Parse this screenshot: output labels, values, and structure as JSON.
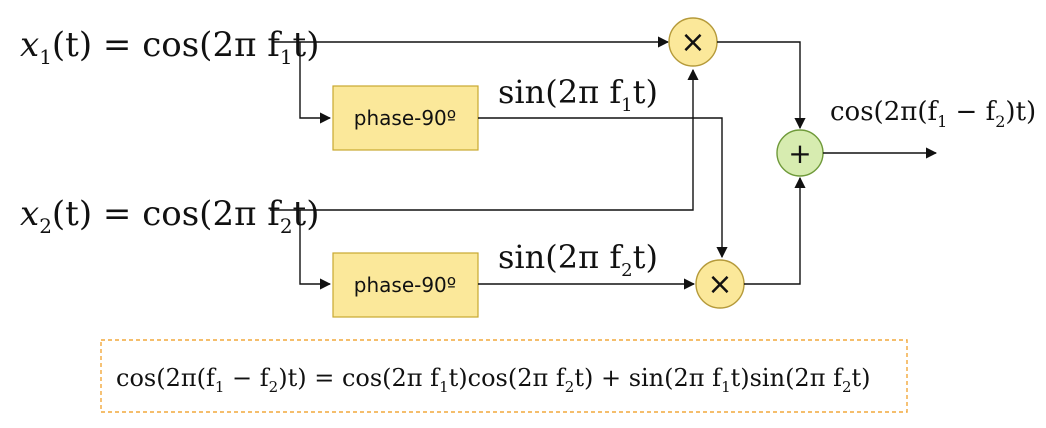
{
  "signals": {
    "x1_lhs": "x",
    "x1_sub": "1",
    "x1_rhs": "(t) = cos(2π f",
    "x1_rhs_sub": "1",
    "x1_rhs_end": "t)",
    "x2_lhs": "x",
    "x2_sub": "2",
    "x2_rhs": "(t) = cos(2π f",
    "x2_rhs_sub": "2",
    "x2_rhs_end": "t)"
  },
  "blocks": {
    "phase_top_label": "phase-90º",
    "phase_bottom_label": "phase-90º",
    "multiplier_symbol": "×",
    "adder_symbol": "+"
  },
  "intermediate": {
    "sin1_pre": "sin(2π f",
    "sin1_sub": "1",
    "sin1_post": "t)",
    "sin2_pre": "sin(2π f",
    "sin2_sub": "2",
    "sin2_post": "t)"
  },
  "output": {
    "pre": "cos(2π(f",
    "sub1": "1",
    "mid": " − f",
    "sub2": "2",
    "post": ")t)"
  },
  "identity": {
    "p1": "cos(2π(f",
    "s1": "1",
    "p2": " − f",
    "s2": "2",
    "p3": ")t) = cos(2π f",
    "s3": "1",
    "p4": "t)cos(2π f",
    "s4": "2",
    "p5": "t) + sin(2π f",
    "s5": "1",
    "p6": "t)sin(2π f",
    "s6": "2",
    "p7": "t)"
  }
}
